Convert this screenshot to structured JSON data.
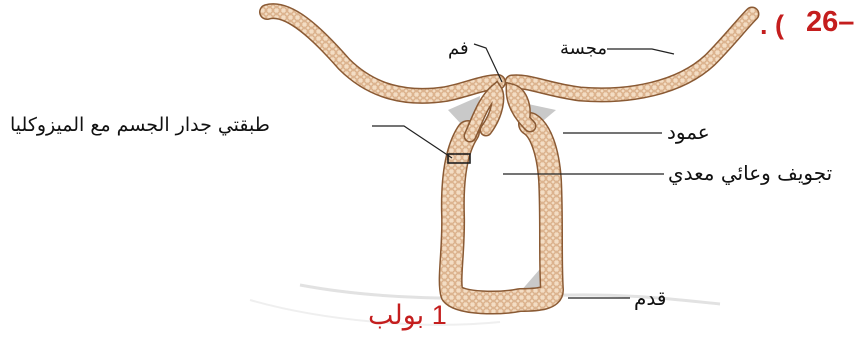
{
  "figure": {
    "number_text": "26–",
    "number_marks": ". (",
    "caption": "1 بولب",
    "colors": {
      "caption": "#c41e1e",
      "tissue_fill": "#f3ddc4",
      "tissue_cell": "#cf9c70",
      "tissue_outline": "#8a5a34",
      "mesoglea": "#c9c9c9",
      "leader_line": "#222222"
    }
  },
  "labels": {
    "mouth": "فم",
    "tentacle": "مجسة",
    "column": "عمود",
    "body_wall": "طبقتي جدار الجسم مع الميزوكليا",
    "gastrovascular_cavity": "تجويف وعائي معدي",
    "foot": "قدم"
  }
}
